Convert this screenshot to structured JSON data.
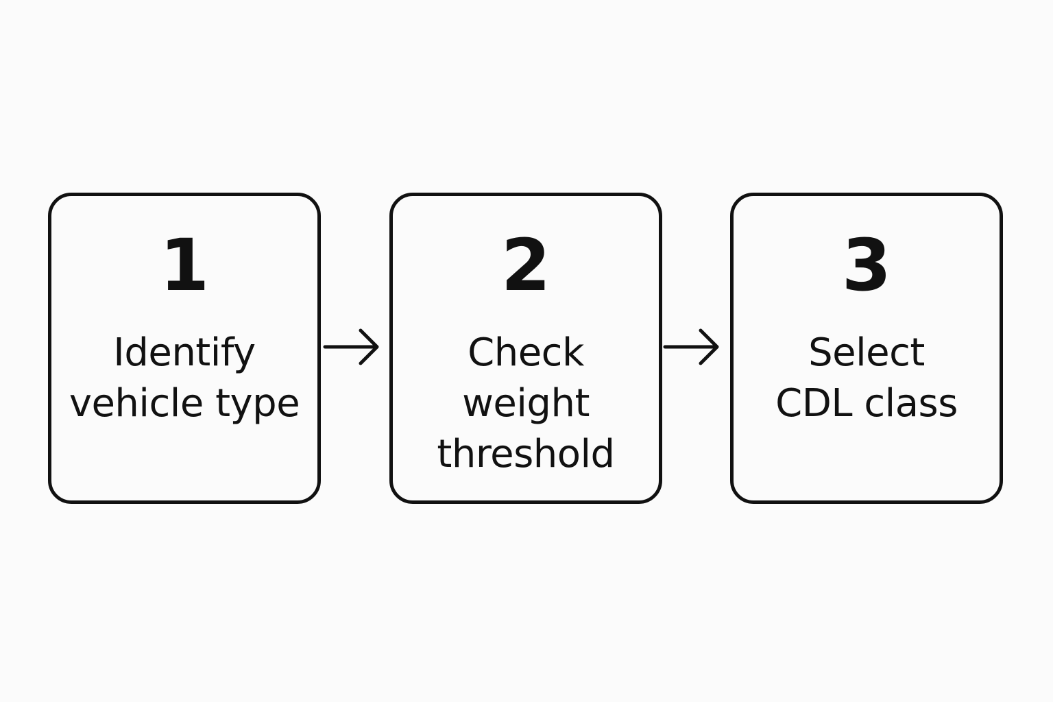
{
  "steps": [
    {
      "number": "1",
      "label": "Identify\nvehicle type"
    },
    {
      "number": "2",
      "label": "Check\nweight\nthreshold"
    },
    {
      "number": "3",
      "label": "Select\nCDL class"
    }
  ],
  "colors": {
    "stroke": "#111111",
    "background": "#fbfbfb"
  }
}
